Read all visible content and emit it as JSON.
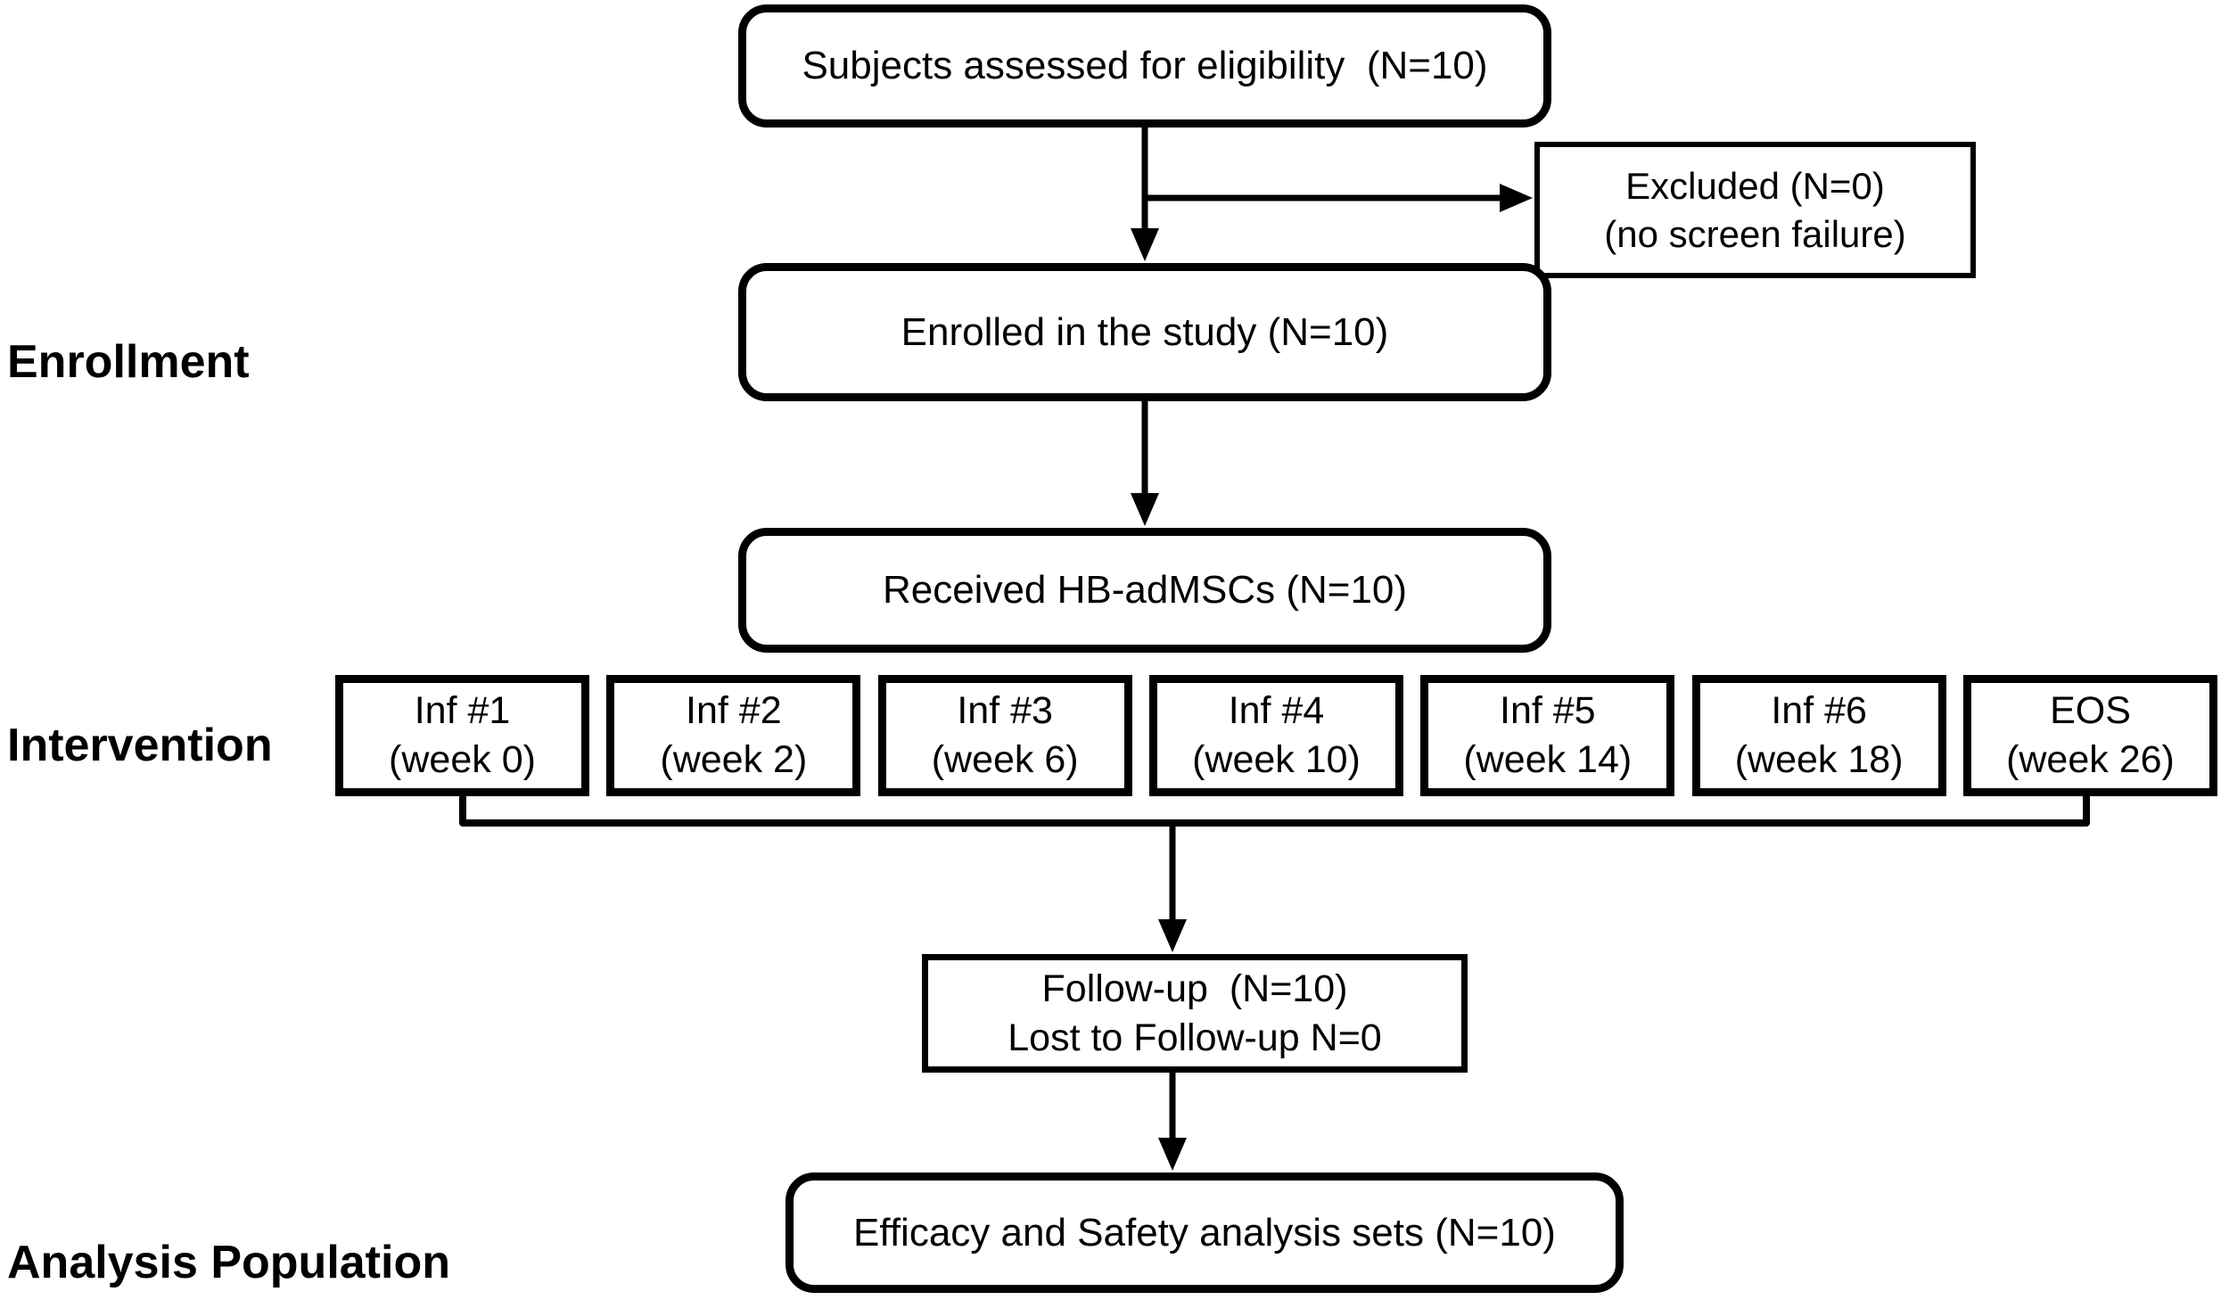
{
  "figure": {
    "colors": {
      "ink": "#000000",
      "background": "#ffffff"
    },
    "stages": {
      "enrollment": "Enrollment",
      "intervention": "Intervention",
      "analysis_population": "Analysis Population"
    },
    "boxes": {
      "eligibility": "Subjects assessed for eligibility  (N=10)",
      "excluded": {
        "line1": "Excluded (N=0)",
        "line2": "(no screen failure)"
      },
      "enrolled": "Enrolled in the study (N=10)",
      "received": "Received HB-adMSCs (N=10)",
      "followup": {
        "line1": "Follow-up  (N=10)",
        "line2": "Lost to Follow-up N=0"
      },
      "analysis": "Efficacy and Safety analysis sets (N=10)"
    },
    "interventions": [
      {
        "line1": "Inf #1",
        "line2": "(week 0)"
      },
      {
        "line1": "Inf #2",
        "line2": "(week 2)"
      },
      {
        "line1": "Inf #3",
        "line2": "(week 6)"
      },
      {
        "line1": "Inf #4",
        "line2": "(week 10)"
      },
      {
        "line1": "Inf #5",
        "line2": "(week 14)"
      },
      {
        "line1": "Inf #6",
        "line2": "(week 18)"
      },
      {
        "line1": "EOS",
        "line2": "(week 26)"
      }
    ]
  }
}
